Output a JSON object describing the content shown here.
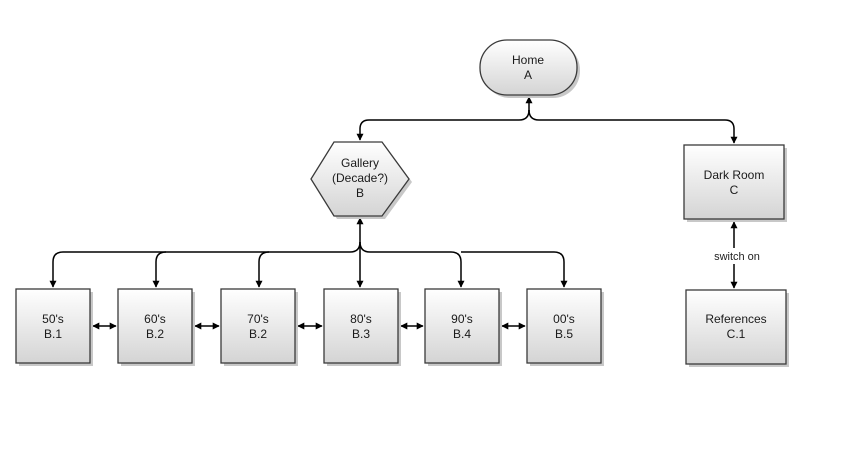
{
  "colors": {
    "node_top": "#ffffff",
    "node_bottom": "#d4d4d4",
    "node_stroke": "#3a3a3a",
    "edge": "#000000",
    "shadow": "#c8c8c8"
  },
  "nodes": {
    "home": {
      "shape": "terminator",
      "line1": "Home",
      "line2": "A"
    },
    "gallery": {
      "shape": "hexagon",
      "line1": "Gallery",
      "line2": "(Decade?)",
      "line3": "B"
    },
    "dark_room": {
      "shape": "box",
      "line1": "Dark Room",
      "line2": "C"
    },
    "references": {
      "shape": "box",
      "line1": "References",
      "line2": "C.1"
    },
    "decades": [
      {
        "line1": "50's",
        "line2": "B.1"
      },
      {
        "line1": "60's",
        "line2": "B.2"
      },
      {
        "line1": "70's",
        "line2": "B.2"
      },
      {
        "line1": "80's",
        "line2": "B.3"
      },
      {
        "line1": "90's",
        "line2": "B.4"
      },
      {
        "line1": "00's",
        "line2": "B.5"
      }
    ]
  },
  "edges": {
    "dark_room_references_label": "switch on"
  }
}
